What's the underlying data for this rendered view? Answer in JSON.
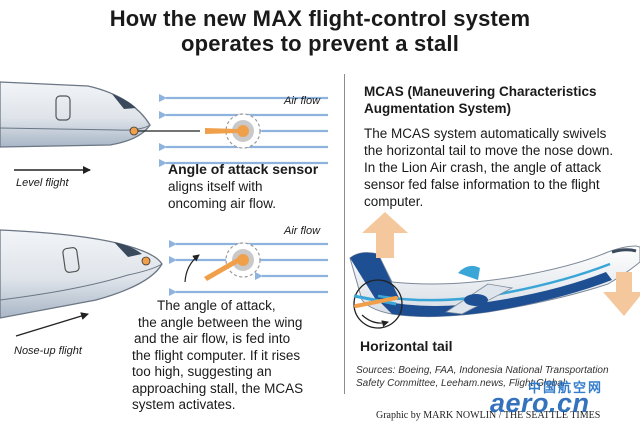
{
  "title": {
    "line1": "How the new MAX flight-control system",
    "line2": "operates to prevent a stall"
  },
  "left_panel": {
    "air_flow_top": "Air flow",
    "air_flow_bottom": "Air flow",
    "level_flight": "Level flight",
    "nose_up_flight": "Nose-up flight",
    "sensor_heading": "Angle of attack sensor",
    "sensor_lines": [
      "aligns itself with",
      "oncoming air flow."
    ],
    "aoa_lines": [
      "The angle of attack,",
      "the angle between the wing",
      "and the air flow, is fed into",
      "the flight computer. If it rises",
      "too high, suggesting an",
      "approaching stall, the MCAS",
      "system activates."
    ]
  },
  "right_panel": {
    "heading_lines": [
      "MCAS (Maneuvering Characteristics",
      "Augmentation System)"
    ],
    "body_lines": [
      "The MCAS system automatically swivels",
      "the horizontal tail to move the nose down.",
      "In the Lion Air crash, the angle of attack",
      "sensor fed false information to the flight",
      "computer."
    ],
    "horizontal_tail": "Horizontal tail",
    "sources_lines": [
      "Sources: Boeing, FAA, Indonesia National Transportation",
      "Safety Committee, Leeham.news, Flight Global."
    ]
  },
  "credit": "Graphic by MARK NOWLIN / THE SEATTLE TIMES",
  "watermark": {
    "top": "中国航空网",
    "bottom": "aero.cn"
  },
  "colors": {
    "fuselage": "#e6e9ee",
    "fuselage_shade": "#a7b4c4",
    "airflow_arrow": "#8fb3df",
    "sensor_orange": "#f0a04b",
    "motion_arrow": "#f4c79d",
    "plane_blue": "#1f4f93",
    "plane_teal": "#3aa6d8"
  }
}
